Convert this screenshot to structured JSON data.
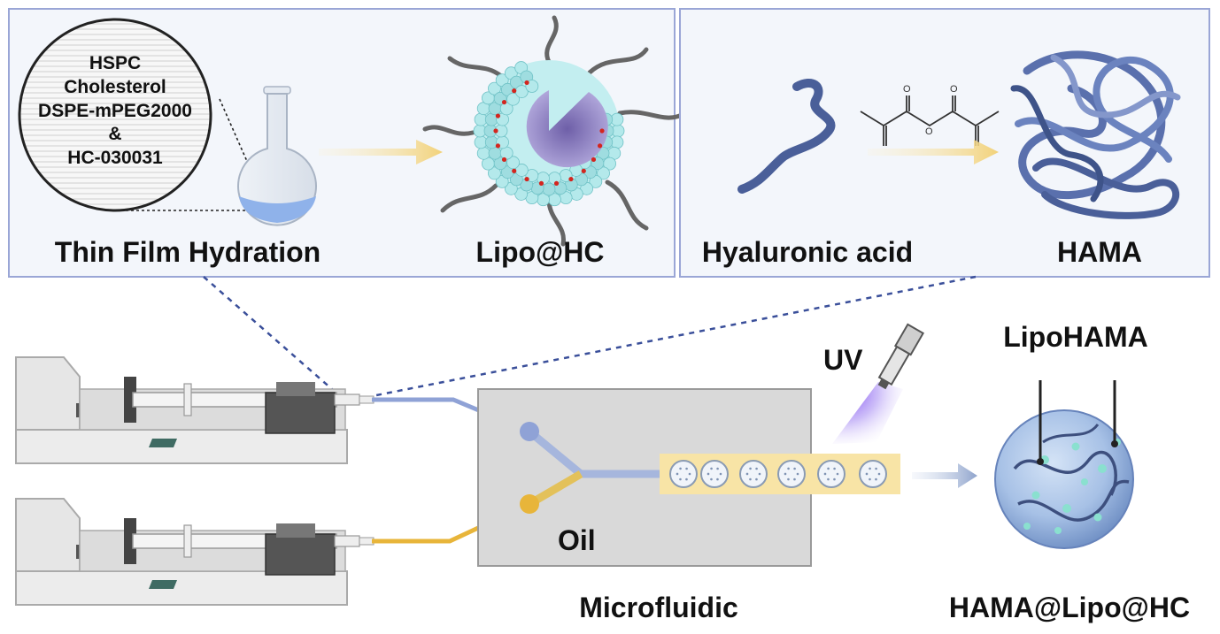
{
  "panels": {
    "liposome": {
      "recipe_lines": [
        "HSPC",
        "Cholesterol",
        "DSPE-mPEG2000",
        "&",
        "HC-030031"
      ],
      "method_label": "Thin Film Hydration",
      "product_label": "Lipo@HC"
    },
    "hydrogel": {
      "precursor_label": "Hyaluronic acid",
      "product_label": "HAMA",
      "reagent_atoms": [
        "O",
        "O",
        "O"
      ]
    }
  },
  "process": {
    "uv_label": "UV",
    "oil_label": "Oil",
    "chip_label": "Microfluidic",
    "particle_component_label": "LipoHAMA",
    "final_label": "HAMA@Lipo@HC"
  },
  "colors": {
    "panel_border": "#9aa6d6",
    "panel_fill": "#f3f6fb",
    "aqueous_line": "#8fa2d6",
    "oil_line": "#e8b53a",
    "arrow_gold": "#f2d27a",
    "arrow_blue": "#8ea3cc",
    "uv_glow": "#7a3df0",
    "chain_blue": "#4a5f99",
    "bead_cyan": "#a8e4e6"
  },
  "icons": [
    "flask-icon",
    "liposome-icon",
    "hyaluronic-chain-icon",
    "methacrylic-anhydride-icon",
    "hama-network-icon",
    "syringe-pump-icon",
    "uv-lamp-icon",
    "microfluidic-chip-icon",
    "microsphere-icon"
  ]
}
